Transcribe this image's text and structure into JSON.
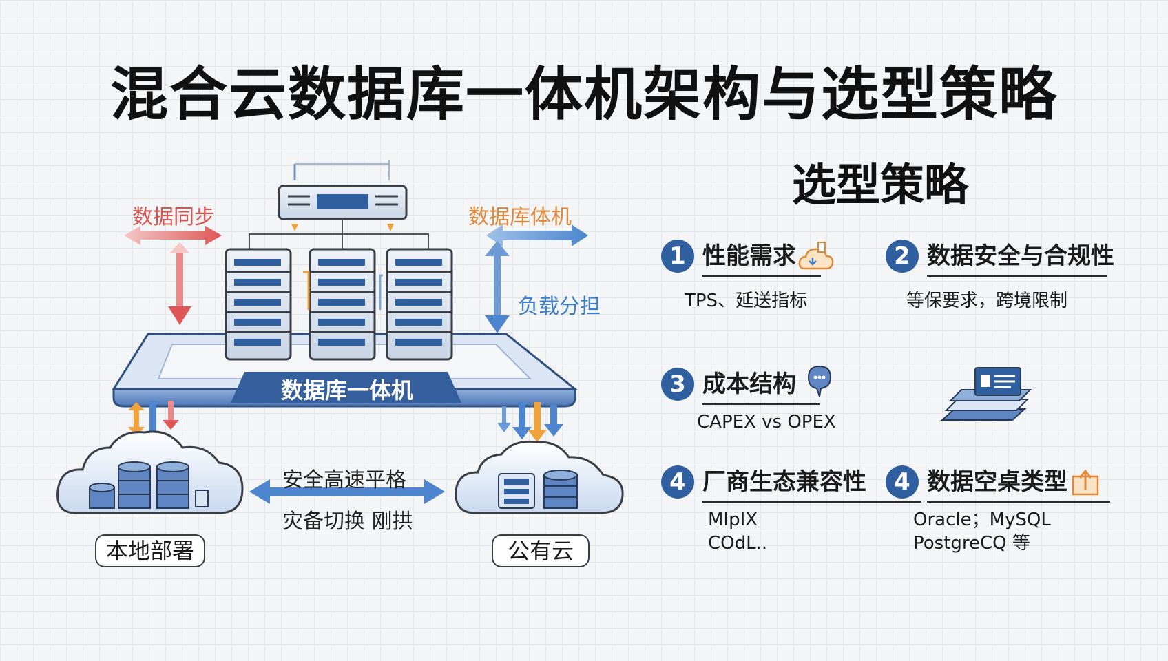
{
  "title": "混合云数据库一体机架构与选型策略",
  "diagram": {
    "sync_label": "数据同步",
    "db_machine_label_top": "数据库体机",
    "load_label": "负载分担",
    "platform_label": "数据库一体机",
    "secure_label": "安全高速平格",
    "backup_label": "灾备切换 刚拱",
    "onprem_label": "本地部署",
    "public_label": "公有云"
  },
  "strategy": {
    "title": "选型策略",
    "items": [
      {
        "num": "1",
        "title": "性能需求",
        "desc": "TPS、延送指标",
        "icon": "cloud-download-icon"
      },
      {
        "num": "2",
        "title": "数据安全与合规性",
        "desc": "等保要求，跨境限制",
        "icon": ""
      },
      {
        "num": "3",
        "title": "成本结构",
        "desc": "CAPEX vs OPEX",
        "icon": "chat-bubble-icon"
      },
      {
        "num": "4",
        "title": "厂商生态兼容性",
        "desc": "MIpIX\nCOdL..",
        "icon": ""
      },
      {
        "num": "4",
        "title": "数据空桌类型",
        "desc": "Oracle；MySQL\nPostgreCQ 等",
        "icon": "upload-icon"
      }
    ],
    "stack_icon": "document-stack-icon"
  },
  "colors": {
    "accent_blue": "#2f5f9f",
    "light_blue": "#7fa7d6",
    "red_arrow": "#e26a6a",
    "orange_arrow": "#f0a23c",
    "platform_blue": "#5f86c2"
  }
}
